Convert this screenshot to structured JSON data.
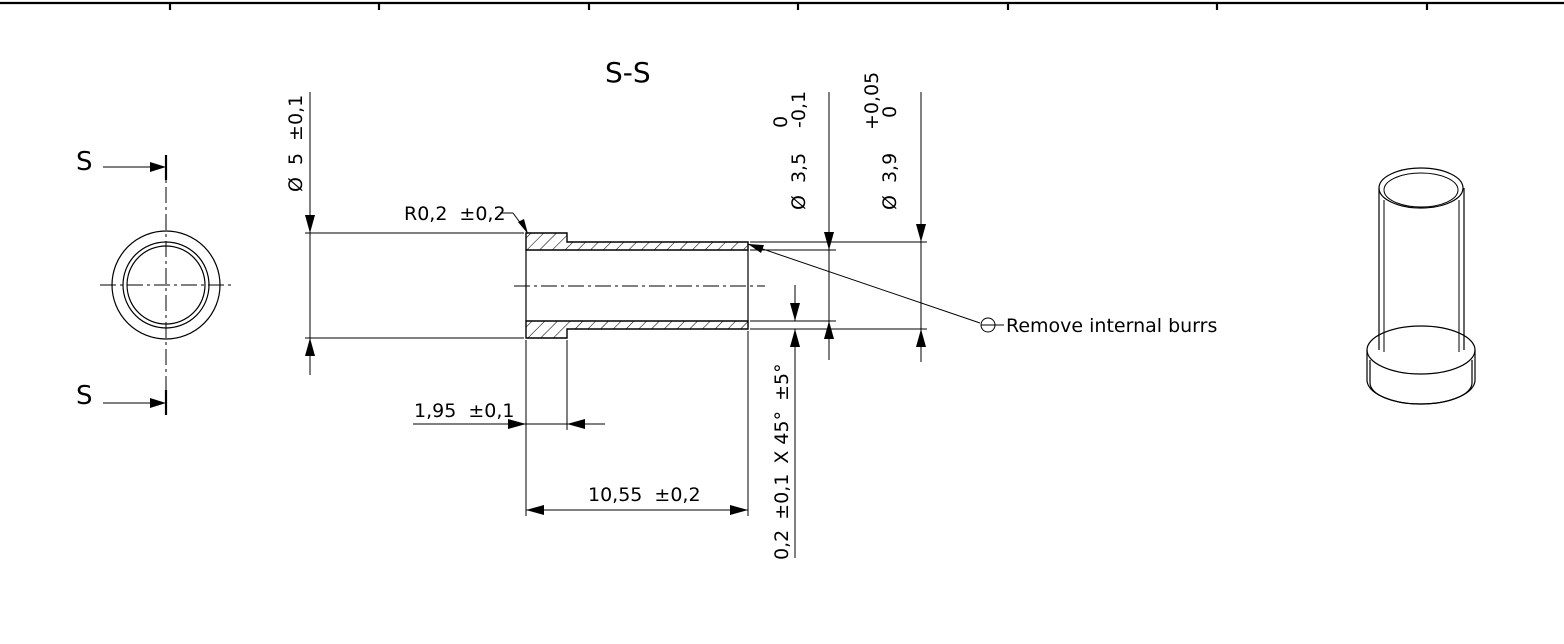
{
  "section_title": "S-S",
  "section_marks": [
    "S",
    "S"
  ],
  "dimensions": {
    "outer_dia": {
      "symbol": "Ø",
      "value": "5",
      "tol": "±0,1"
    },
    "bore_dia": {
      "symbol": "Ø",
      "value": "3,5",
      "tol_upper": "0",
      "tol_lower": "-0,1"
    },
    "tube_dia": {
      "symbol": "Ø",
      "value": "3,9",
      "tol_upper": "+0,05",
      "tol_lower": "0"
    },
    "radius": {
      "value": "R0,2",
      "tol": "±0,2"
    },
    "flange_len": {
      "value": "1,95",
      "tol": "±0,1"
    },
    "total_len": {
      "value": "10,55",
      "tol": "±0,2"
    },
    "chamfer": {
      "value": "0,2",
      "tol": "±0,1",
      "angle": "X 45°",
      "angle_tol": "±5°"
    }
  },
  "note": "Remove internal burrs",
  "line_color": "#000000",
  "hatch_color": "#000000"
}
